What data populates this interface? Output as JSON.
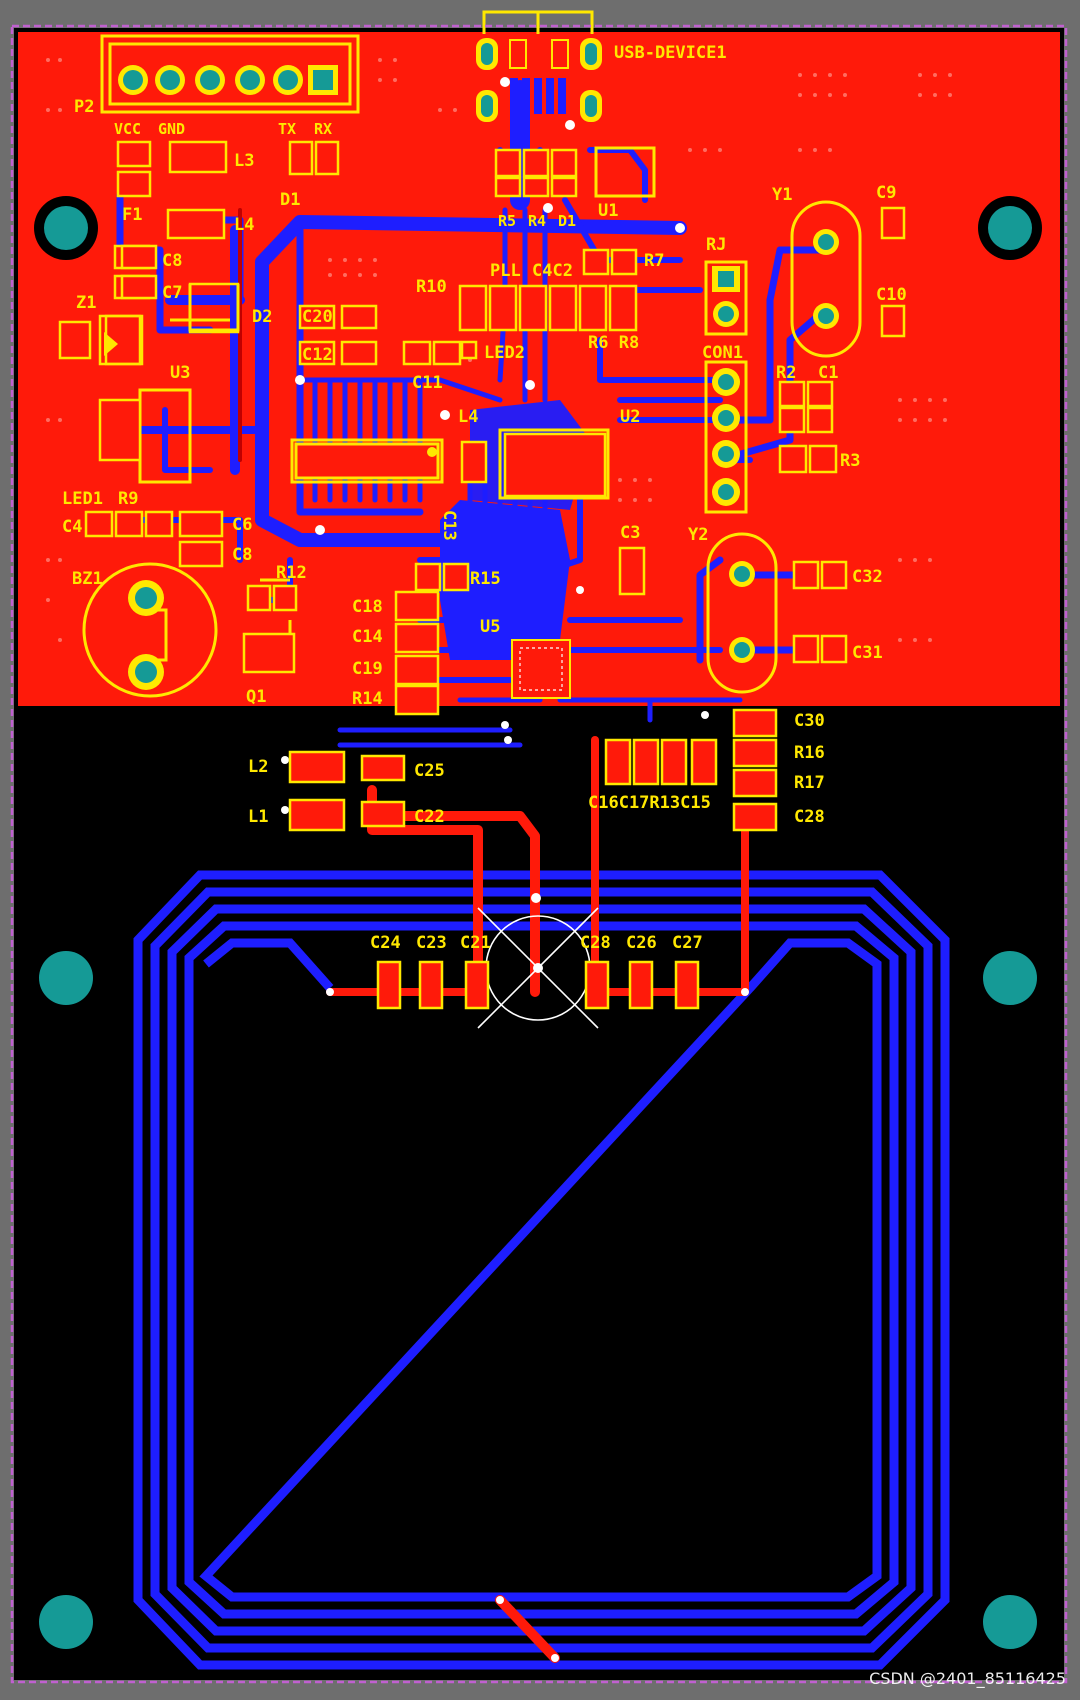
{
  "colors": {
    "background": "#6e6e6e",
    "board_outline": "#c060d0",
    "top_copper": "#ff1a0a",
    "bottom_copper": "#1e1eff",
    "board_black": "#000000",
    "silkscreen": "#ffe800",
    "pad_hole": "#159a96"
  },
  "labels": {
    "p2": "P2",
    "vcc": "VCC",
    "gnd": "GND",
    "tx": "TX",
    "rx": "RX",
    "usb": "USB-DEVICE1",
    "l3": "L3",
    "d1": "D1",
    "f1": "F1",
    "l4": "L4",
    "r5": "R5",
    "r4": "R4",
    "d1b": "D1",
    "u1": "U1",
    "y1": "Y1",
    "c9": "C9",
    "c10": "C10",
    "rj": "RJ",
    "pll": "PLL",
    "c4c2": "C4C2",
    "r7": "R7",
    "r10": "R10",
    "c8": "C8",
    "c7": "C7",
    "z1": "Z1",
    "d2": "D2",
    "c20": "C20",
    "c12": "C12",
    "c11": "C11",
    "led2": "LED2",
    "r6r8": "R6 R8",
    "con1": "CON1",
    "r2": "R2",
    "c1": "C1",
    "u3": "U3",
    "l4b": "L4",
    "u2": "U2",
    "r3": "R3",
    "led1": "LED1",
    "r9": "R9",
    "c4": "C4",
    "c6": "C6",
    "c8b": "C8",
    "c13": "C13",
    "c3": "C3",
    "y2": "Y2",
    "bz1": "BZ1",
    "r12": "R12",
    "r15": "R15",
    "c32": "C32",
    "c18": "C18",
    "c14": "C14",
    "u5": "U5",
    "c19": "C19",
    "c31": "C31",
    "r14": "R14",
    "q1": "Q1",
    "c30": "C30",
    "l2": "L2",
    "c25": "C25",
    "r16": "R16",
    "r17": "R17",
    "c16c17": "C16C17R13C15",
    "l1": "L1",
    "c22": "C22",
    "c28b": "C28",
    "c24": "C24",
    "c23": "C23",
    "c21": "C21",
    "c28": "C28",
    "c26": "C26",
    "c27": "C27"
  },
  "watermark": "CSDN @2401_85116425"
}
